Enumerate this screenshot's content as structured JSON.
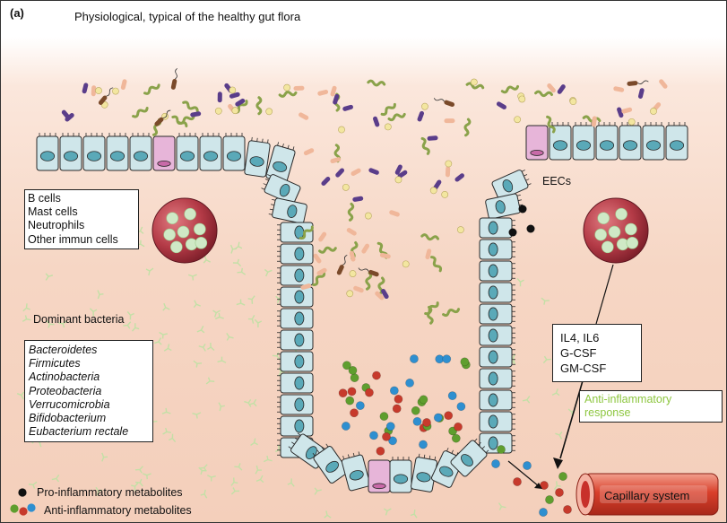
{
  "panel_label": "(a)",
  "title": "Physiological, typical of the healthy gut flora",
  "immune_cells": [
    "B cells",
    "Mast cells",
    "Neutrophils",
    "Other immun cells"
  ],
  "dominant_bacteria_heading": "Dominant bacteria",
  "bacteria": [
    "Bacteroidetes",
    "Firmicutes",
    "Actinobacteria",
    "Proteobacteria",
    "Verrucomicrobia",
    "Bifidobacterium",
    "Eubacterium rectale"
  ],
  "eecs_label": "EECs",
  "cytokines": [
    "IL4, IL6",
    "G-CSF",
    "GM-CSF"
  ],
  "anti_inflammatory_response": [
    "Anti-inflammatory",
    "response"
  ],
  "legend": {
    "pro_inflammatory": "Pro-inflammatory metabolites",
    "anti_inflammatory": "Anti-inflammatory metabolites"
  },
  "capillary_label": "Capillary system",
  "colors": {
    "epithelium_fill": "#cfe6ea",
    "nucleus": "#5aa9b8",
    "goblet_cell": "#e7b5d9",
    "immune_cell": "#b33a46",
    "metabolite_blue": "#2e8fd0",
    "metabolite_red": "#c73a2c",
    "metabolite_green": "#5f9e2e",
    "pro_inflammatory": "#111111",
    "anti_inflammatory_text": "#8dc63f",
    "capillary": "#d9402b"
  }
}
